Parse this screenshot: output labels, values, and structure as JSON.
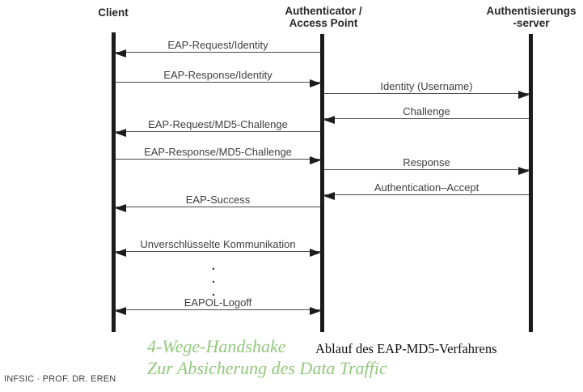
{
  "diagram": {
    "actors": [
      {
        "id": "client",
        "label": "Client"
      },
      {
        "id": "authenticator",
        "label": "Authenticator /\nAccess Point"
      },
      {
        "id": "auth_server",
        "label": "Authentisierungs\n-server"
      }
    ],
    "messages": [
      {
        "label": "EAP-Request/Identity",
        "from": "authenticator",
        "to": "client",
        "direction": "left"
      },
      {
        "label": "EAP-Response/Identity",
        "from": "client",
        "to": "authenticator",
        "direction": "right"
      },
      {
        "label": "Identity (Username)",
        "from": "authenticator",
        "to": "auth_server",
        "direction": "right"
      },
      {
        "label": "Challenge",
        "from": "auth_server",
        "to": "authenticator",
        "direction": "left"
      },
      {
        "label": "EAP-Request/MD5-Challenge",
        "from": "authenticator",
        "to": "client",
        "direction": "left"
      },
      {
        "label": "EAP-Response/MD5-Challenge",
        "from": "client",
        "to": "authenticator",
        "direction": "right"
      },
      {
        "label": "Response",
        "from": "authenticator",
        "to": "auth_server",
        "direction": "right"
      },
      {
        "label": "Authentication–Accept",
        "from": "auth_server",
        "to": "authenticator",
        "direction": "left"
      },
      {
        "label": "EAP-Success",
        "from": "authenticator",
        "to": "client",
        "direction": "left"
      },
      {
        "label": "Unverschlüsselte Kommunikation",
        "from": "client",
        "to": "authenticator",
        "direction": "both"
      },
      {
        "label": "EAPOL-Logoff",
        "from": "client",
        "to": "authenticator",
        "direction": "both"
      }
    ],
    "ellipsis": ".\n.\n.",
    "caption": "Ablauf des EAP-MD5-Verfahrens"
  },
  "annotations": {
    "handshake_line1": "4-Wege-Handshake",
    "handshake_line2": "Zur Absicherung des Data Traffic",
    "green_color": "#93c87d"
  },
  "footer": {
    "credit": "INFSIC · PROF. DR. EREN"
  }
}
